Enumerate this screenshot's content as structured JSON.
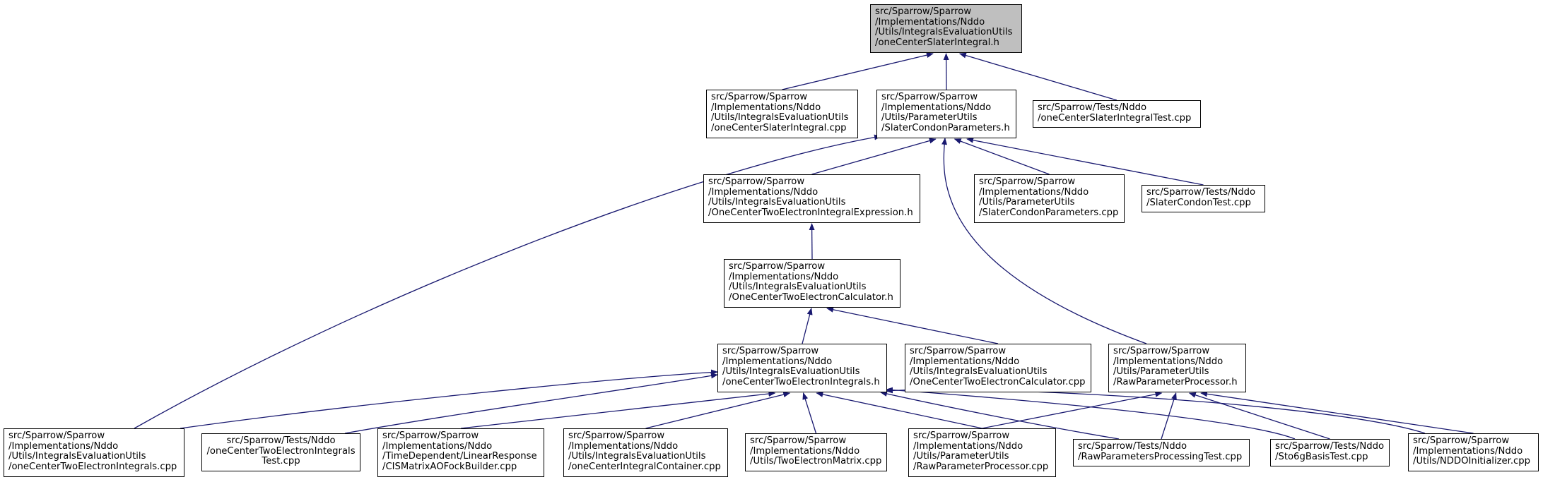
{
  "graph": {
    "edge_color": "#191970",
    "node_border": "#000000",
    "focus_fill": "#bfbfbf",
    "nodes": {
      "n0": [
        "src/Sparrow/Sparrow",
        "/Implementations/Nddo",
        "/Utils/IntegralsEvaluationUtils",
        "/oneCenterSlaterIntegral.h"
      ],
      "n1": [
        "src/Sparrow/Sparrow",
        "/Implementations/Nddo",
        "/Utils/IntegralsEvaluationUtils",
        "/oneCenterSlaterIntegral.cpp"
      ],
      "n2": [
        "src/Sparrow/Sparrow",
        "/Implementations/Nddo",
        "/Utils/ParameterUtils",
        "/SlaterCondonParameters.h"
      ],
      "n3": [
        "src/Sparrow/Tests/Nddo",
        "/oneCenterSlaterIntegralTest.cpp"
      ],
      "n4": [
        "src/Sparrow/Sparrow",
        "/Implementations/Nddo",
        "/Utils/IntegralsEvaluationUtils",
        "/OneCenterTwoElectronIntegralExpression.h"
      ],
      "n5": [
        "src/Sparrow/Sparrow",
        "/Implementations/Nddo",
        "/Utils/ParameterUtils",
        "/SlaterCondonParameters.cpp"
      ],
      "n6": [
        "src/Sparrow/Tests/Nddo",
        "/SlaterCondonTest.cpp"
      ],
      "n7": [
        "src/Sparrow/Sparrow",
        "/Implementations/Nddo",
        "/Utils/IntegralsEvaluationUtils",
        "/OneCenterTwoElectronCalculator.h"
      ],
      "n8": [
        "src/Sparrow/Sparrow",
        "/Implementations/Nddo",
        "/Utils/IntegralsEvaluationUtils",
        "/oneCenterTwoElectronIntegrals.h"
      ],
      "n9": [
        "src/Sparrow/Sparrow",
        "/Implementations/Nddo",
        "/Utils/IntegralsEvaluationUtils",
        "/OneCenterTwoElectronCalculator.cpp"
      ],
      "n10": [
        "src/Sparrow/Sparrow",
        "/Implementations/Nddo",
        "/Utils/ParameterUtils",
        "/RawParameterProcessor.h"
      ],
      "n11": [
        "src/Sparrow/Sparrow",
        "/Implementations/Nddo",
        "/Utils/IntegralsEvaluationUtils",
        "/oneCenterTwoElectronIntegrals.cpp"
      ],
      "n12": [
        "src/Sparrow/Tests/Nddo",
        "/oneCenterTwoElectronIntegrals",
        "Test.cpp"
      ],
      "n13": [
        "src/Sparrow/Sparrow",
        "/Implementations/Nddo",
        "/TimeDependent/LinearResponse",
        "/CISMatrixAOFockBuilder.cpp"
      ],
      "n14": [
        "src/Sparrow/Sparrow",
        "/Implementations/Nddo",
        "/Utils/IntegralsEvaluationUtils",
        "/oneCenterIntegralContainer.cpp"
      ],
      "n15": [
        "src/Sparrow/Sparrow",
        "/Implementations/Nddo",
        "/Utils/TwoElectronMatrix.cpp"
      ],
      "n16": [
        "src/Sparrow/Sparrow",
        "/Implementations/Nddo",
        "/Utils/ParameterUtils",
        "/RawParameterProcessor.cpp"
      ],
      "n17": [
        "src/Sparrow/Tests/Nddo",
        "/RawParametersProcessingTest.cpp"
      ],
      "n18": [
        "src/Sparrow/Tests/Nddo",
        "/Sto6gBasisTest.cpp"
      ],
      "n19": [
        "src/Sparrow/Sparrow",
        "/Implementations/Nddo",
        "/Utils/NDDOInitializer.cpp"
      ]
    },
    "edges": [
      [
        "n1",
        "n0"
      ],
      [
        "n2",
        "n0"
      ],
      [
        "n3",
        "n0"
      ],
      [
        "n11",
        "n2"
      ],
      [
        "n4",
        "n2"
      ],
      [
        "n10",
        "n2"
      ],
      [
        "n5",
        "n2"
      ],
      [
        "n6",
        "n2"
      ],
      [
        "n7",
        "n4"
      ],
      [
        "n8",
        "n7"
      ],
      [
        "n9",
        "n7"
      ],
      [
        "n11",
        "n8"
      ],
      [
        "n12",
        "n8"
      ],
      [
        "n13",
        "n8"
      ],
      [
        "n14",
        "n8"
      ],
      [
        "n15",
        "n8"
      ],
      [
        "n16",
        "n8"
      ],
      [
        "n17",
        "n8"
      ],
      [
        "n18",
        "n8"
      ],
      [
        "n19",
        "n8"
      ],
      [
        "n16",
        "n10"
      ],
      [
        "n17",
        "n10"
      ],
      [
        "n18",
        "n10"
      ],
      [
        "n19",
        "n10"
      ]
    ]
  }
}
